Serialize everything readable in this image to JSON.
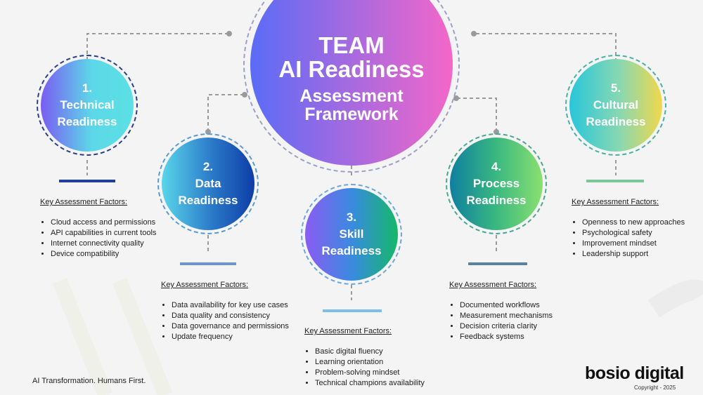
{
  "title": {
    "line1": "TEAM",
    "line2": "AI Readiness",
    "line3": "Assessment",
    "line4": "Framework"
  },
  "colors": {
    "background": "#f4f4f4",
    "title_gradient": [
      "#5a6cf6",
      "#f467c8"
    ],
    "pillar1_gradient": [
      "#7a5cf2",
      "#5cd8e8"
    ],
    "pillar2_gradient": [
      "#5ad6ea",
      "#0d3ea6"
    ],
    "pillar3_gradient": [
      "#8a5cf2",
      "#14b86a"
    ],
    "pillar4_gradient": [
      "#0f7fa0",
      "#8ae070"
    ],
    "pillar5_gradient": [
      "#28c6dc",
      "#f0d84a"
    ]
  },
  "pillars": [
    {
      "number": "1.",
      "line1": "Technical",
      "line2": "Readiness",
      "factors_heading": "Key Assessment Factors:",
      "factors": [
        "Cloud access and permissions",
        "API capabilities in current tools",
        "Internet connectivity quality",
        "Device compatibility"
      ],
      "bar_color": "#1f3f9a"
    },
    {
      "number": "2.",
      "line1": "Data",
      "line2": "Readiness",
      "factors_heading": "Key Assessment Factors:",
      "factors": [
        "Data availability for key use cases",
        "Data quality and consistency",
        "Data governance and permissions",
        "Update frequency"
      ],
      "bar_color": "#6f94cc"
    },
    {
      "number": "3.",
      "line1": "Skill",
      "line2": "Readiness",
      "factors_heading": "Key Assessment Factors:",
      "factors": [
        "Basic digital fluency",
        "Learning orientation",
        "Problem-solving mindset",
        "Technical champions availability"
      ],
      "bar_color": "#7cc0e8"
    },
    {
      "number": "4.",
      "line1": "Process",
      "line2": "Readiness",
      "factors_heading": "Key Assessment Factors:",
      "factors": [
        "Documented workflows",
        "Measurement mechanisms",
        "Decision criteria clarity",
        "Feedback systems"
      ],
      "bar_color": "#5a82a0"
    },
    {
      "number": "5.",
      "line1": "Cultural",
      "line2": "Readiness",
      "factors_heading": "Key Assessment Factors:",
      "factors": [
        "Openness to new approaches",
        "Psychological safety",
        "Improvement mindset",
        "Leadership support"
      ],
      "bar_color": "#7cc69a"
    }
  ],
  "footer": {
    "tagline": "AI Transformation. Humans First.",
    "logo": "bosio digital",
    "copyright": "Copyright - 2025"
  }
}
